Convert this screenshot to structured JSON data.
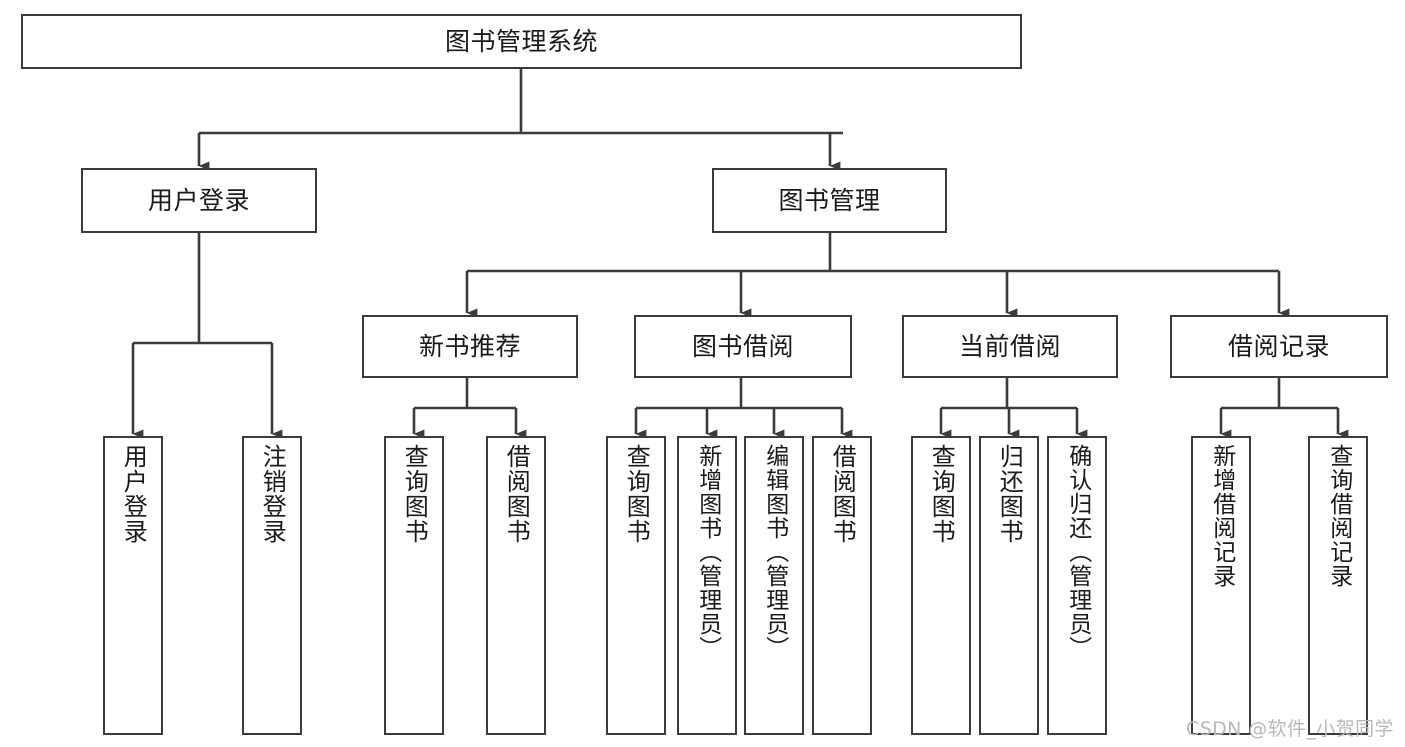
{
  "diagram": {
    "title": "图书管理系统",
    "type": "tree-hierarchy-chart",
    "watermark": "CSDN @软件_小贺同学",
    "line_color": "#3b3b3b",
    "box_fill": "#ffffff",
    "text_color": "#1a1a1a",
    "watermark_color": "#b9b9b9"
  },
  "nodes": {
    "root": {
      "label": "图书管理系统"
    },
    "level2": [
      {
        "label": "用户登录"
      },
      {
        "label": "图书管理"
      }
    ],
    "level3": [
      {
        "label": "新书推荐"
      },
      {
        "label": "图书借阅"
      },
      {
        "label": "当前借阅"
      },
      {
        "label": "借阅记录"
      }
    ],
    "leaves": {
      "user_login": [
        {
          "label": "用户登录"
        },
        {
          "label": "注销登录"
        }
      ],
      "new_book_recommend": [
        {
          "label": "查询图书"
        },
        {
          "label": "借阅图书"
        }
      ],
      "book_borrow": [
        {
          "label": "查询图书"
        },
        {
          "label": "新增图书（管理员）"
        },
        {
          "label": "编辑图书（管理员）"
        },
        {
          "label": "借阅图书"
        }
      ],
      "current_borrow": [
        {
          "label": "查询图书"
        },
        {
          "label": "归还图书"
        },
        {
          "label": "确认归还（管理员）"
        }
      ],
      "borrow_record": [
        {
          "label": "新增借阅记录"
        },
        {
          "label": "查询借阅记录"
        }
      ]
    }
  }
}
